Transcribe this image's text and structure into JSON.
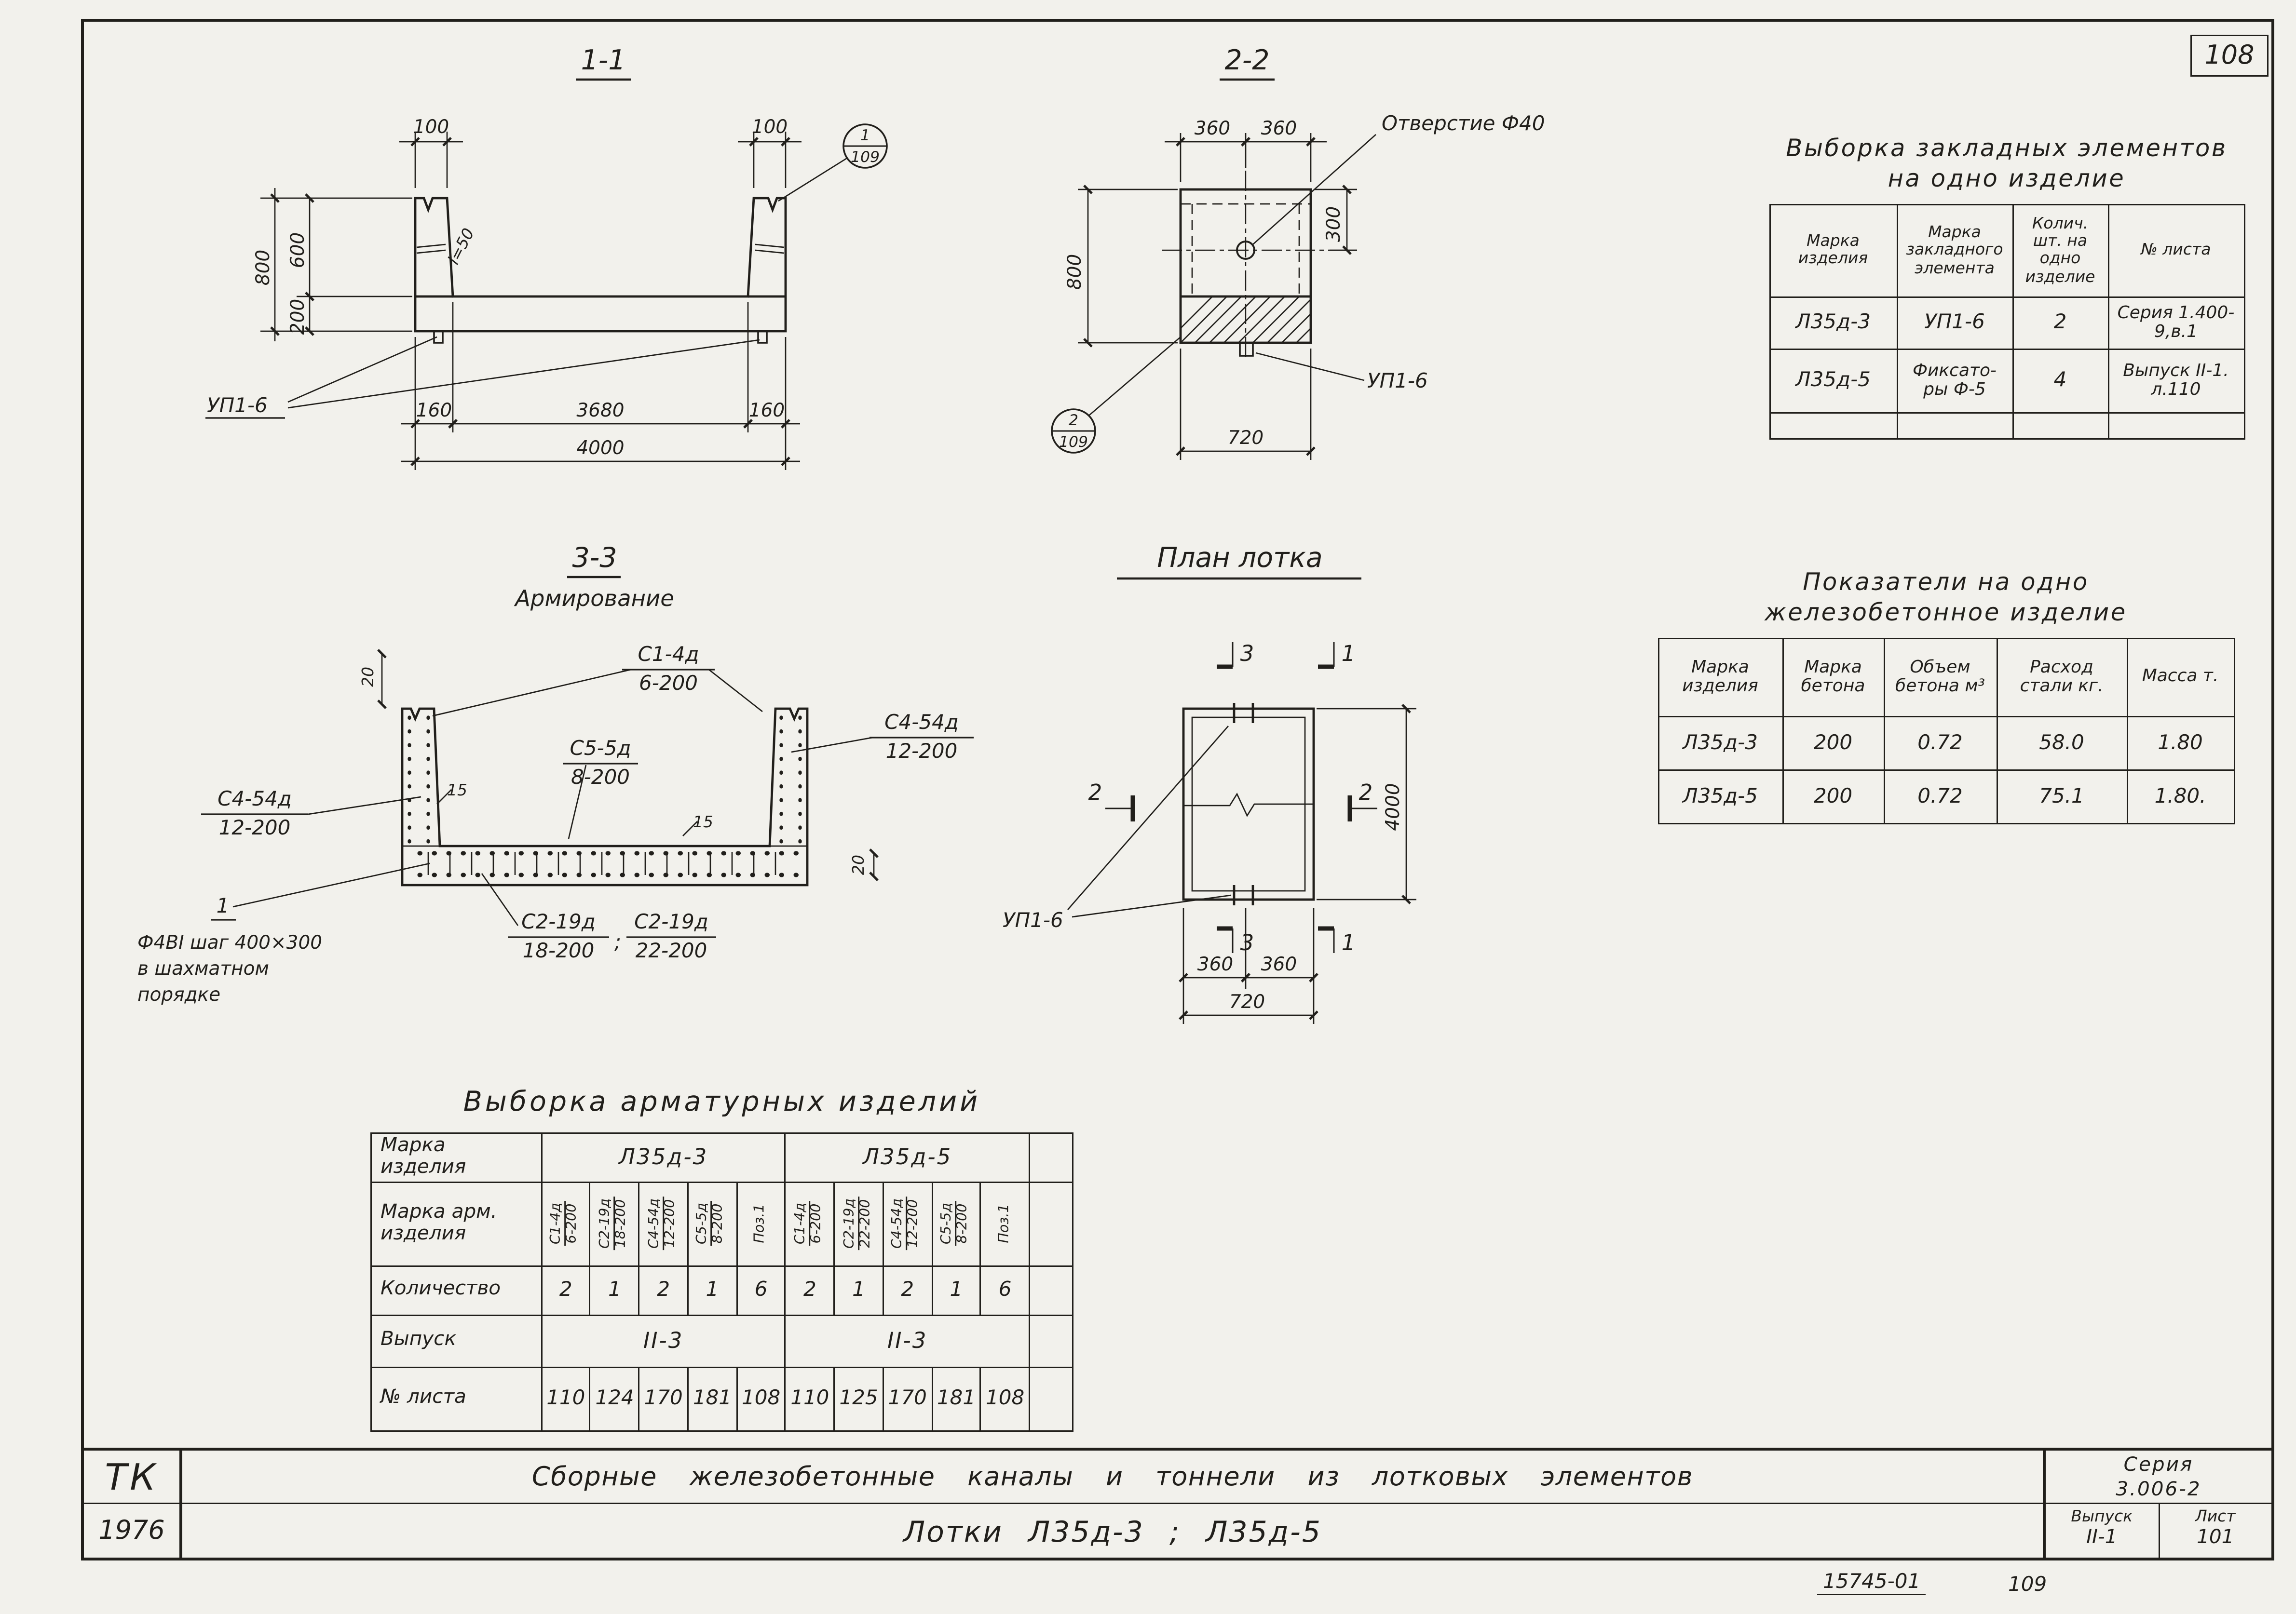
{
  "sheet": {
    "page_number": "108",
    "stamp_code": "15745-01",
    "stamp_page": "109"
  },
  "sec11": {
    "title": "1-1",
    "dim_wall_l": "100",
    "dim_wall_r": "100",
    "dim_h": "800",
    "dim_h_inner": "600",
    "dim_slab": "200",
    "slope": "i=50",
    "dim_foot_l": "160",
    "dim_span": "3680",
    "dim_foot_r": "160",
    "dim_w": "4000",
    "embed": "УП1-6",
    "callout_num": "1",
    "callout_sheet": "109"
  },
  "sec22": {
    "title": "2-2",
    "dim_l": "360",
    "dim_r": "360",
    "dim_h": "800",
    "dim_hole": "300",
    "dim_w": "720",
    "hole_label": "Отверстие Ф40",
    "embed": "УП1-6",
    "callout_num": "2",
    "callout_sheet": "109"
  },
  "sec33": {
    "title": "3-3",
    "subtitle": "Армирование",
    "c1_mark": "С1-4д",
    "c1_step": "6-200",
    "c5_mark": "С5-5д",
    "c5_step": "8-200",
    "c4r_mark": "С4-54д",
    "c4r_step": "12-200",
    "c4l_mark": "С4-54д",
    "c4l_step": "12-200",
    "c2a_mark": "С2-19д",
    "c2a_step": "18-200",
    "c2_sep": ";",
    "c2b_mark": "С2-19д",
    "c2b_step": "22-200",
    "pos_num": "1",
    "note1": "Ф4ВI шаг 400×300",
    "note2": "в шахматном",
    "note3": "порядке",
    "dim_top": "20",
    "dim_cov1": "15",
    "dim_cov2": "15",
    "dim_bot": "20"
  },
  "plan": {
    "title": "План лотка",
    "m3": "3",
    "m1": "1",
    "m2": "2",
    "dim_len": "4000",
    "dim_l": "360",
    "dim_r": "360",
    "dim_w": "720",
    "embed": "УП1-6"
  },
  "t1": {
    "title1": "Выборка закладных элементов",
    "title2": "на одно изделие",
    "h": [
      "Марка изделия",
      "Марка закладного элемента",
      "Колич. шт. на одно изделие",
      "№ листа"
    ],
    "rows": [
      [
        "Л35д-3",
        "УП1-6",
        "2",
        "Серия 1.400-9,в.1"
      ],
      [
        "Л35д-5",
        "Фиксато-ры Ф-5",
        "4",
        "Выпуск II-1. л.110"
      ]
    ]
  },
  "t2": {
    "title1": "Показатели на одно",
    "title2": "железобетонное изделие",
    "h": [
      "Марка изделия",
      "Марка бетона",
      "Объем бетона м³",
      "Расход стали кг.",
      "Масса т."
    ],
    "rows": [
      [
        "Л35д-3",
        "200",
        "0.72",
        "58.0",
        "1.80"
      ],
      [
        "Л35д-5",
        "200",
        "0.72",
        "75.1",
        "1.80."
      ]
    ]
  },
  "t3": {
    "title": "Выборка арматурных изделий",
    "rh": [
      "Марка изделия",
      "Марка арм. изделия",
      "Количество",
      "Выпуск",
      "№ листа"
    ],
    "g1": {
      "name": "Л35д-3",
      "marks": [
        [
          "С1-4д",
          "6-200"
        ],
        [
          "С2-19д",
          "18-200"
        ],
        [
          "С4-54д",
          "12-200"
        ],
        [
          "С5-5д",
          "8-200"
        ],
        [
          "Поз.1",
          ""
        ]
      ],
      "qty": [
        "2",
        "1",
        "2",
        "1",
        "6"
      ],
      "issue": "II-3",
      "sheets": [
        "110",
        "124",
        "170",
        "181",
        "108"
      ]
    },
    "g2": {
      "name": "Л35д-5",
      "marks": [
        [
          "С1-4д",
          "6-200"
        ],
        [
          "С2-19д",
          "22-200"
        ],
        [
          "С4-54д",
          "12-200"
        ],
        [
          "С5-5д",
          "8-200"
        ],
        [
          "Поз.1",
          ""
        ]
      ],
      "qty": [
        "2",
        "1",
        "2",
        "1",
        "6"
      ],
      "issue": "II-3",
      "sheets": [
        "110",
        "125",
        "170",
        "181",
        "108"
      ]
    }
  },
  "tb": {
    "org": "ТК",
    "year": "1976",
    "title": "Сборные железобетонные каналы и тоннели из лотковых элементов",
    "subtitle": "Лотки Л35д-3 ; Л35д-5",
    "series_label": "Серия",
    "series": "3.006-2",
    "issue_label": "Выпуск",
    "issue": "II-1",
    "list_label": "Лист",
    "list": "101"
  }
}
